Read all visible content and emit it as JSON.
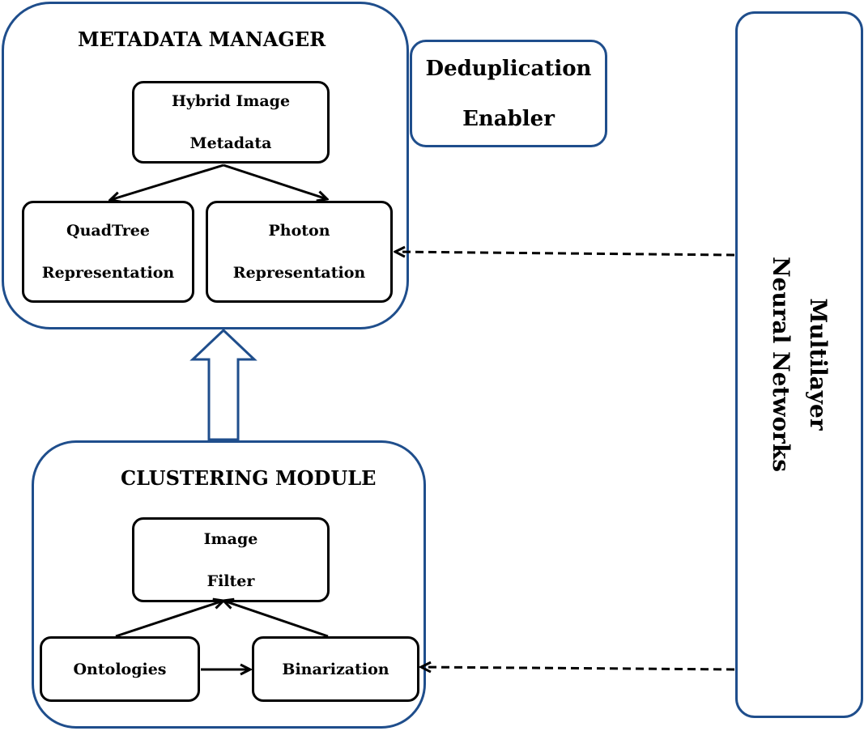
{
  "metadata_manager": {
    "title": "METADATA MANAGER",
    "hybrid_box": {
      "line1": "Hybrid Image",
      "line2": "Metadata"
    },
    "quadtree_box": {
      "line1": "QuadTree",
      "line2": "Representation"
    },
    "photon_box": {
      "line1": "Photon",
      "line2": "Representation"
    }
  },
  "dedup_box": {
    "line1": "Deduplication",
    "line2": "Enabler"
  },
  "clustering_module": {
    "title": "CLUSTERING MODULE",
    "filter_box": {
      "line1": "Image",
      "line2": "Filter"
    },
    "ontologies_box": {
      "label": "Ontologies"
    },
    "binarization_box": {
      "label": "Binarization"
    }
  },
  "mlnn_box": {
    "line1": "Multilayer",
    "line2": "Neural Networks"
  },
  "colors": {
    "container_border": "#1f4e8c",
    "box_border": "#000000",
    "text": "#000000"
  }
}
